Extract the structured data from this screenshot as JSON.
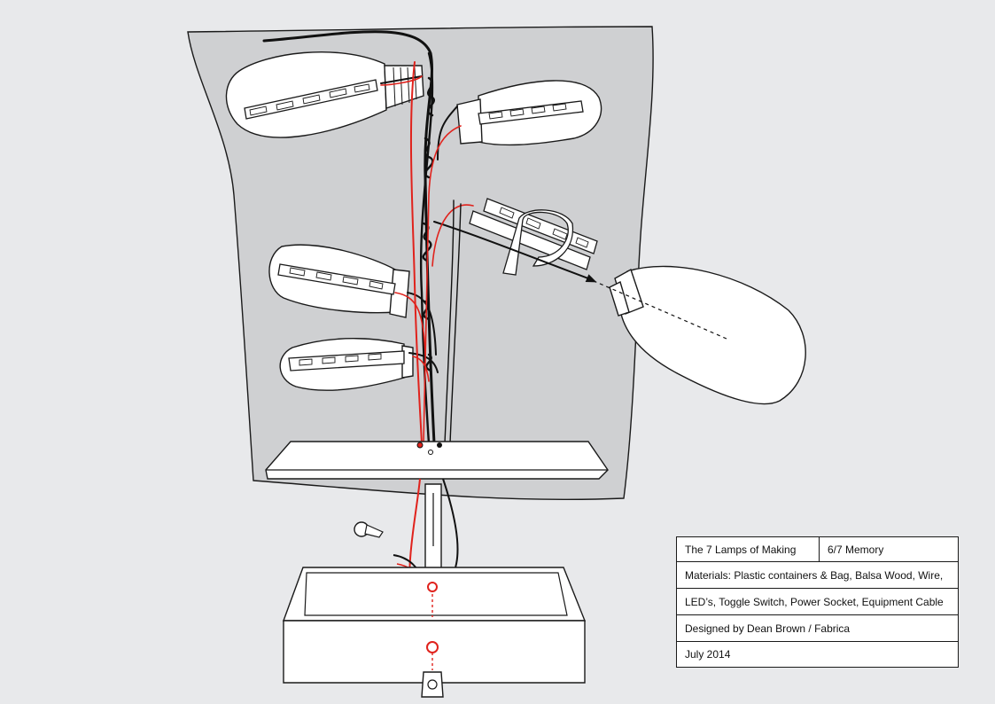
{
  "info_table": {
    "series_title": "The 7 Lamps of Making",
    "lamp_number": "6/7 Memory",
    "materials_line1": "Materials: Plastic containers & Bag, Balsa Wood, Wire,",
    "materials_line2": "LED’s, Toggle Switch, Power Socket, Equipment Cable",
    "designer": "Designed by Dean Brown / Fabrica",
    "date": "July 2014"
  },
  "colors": {
    "background": "#e8e9eb",
    "bag": "#cfd0d2",
    "outline": "#1a1a1a",
    "wire_red": "#e0221c",
    "wire_black": "#111111",
    "container": "#ffffff"
  },
  "icons": [
    "bag",
    "bottle",
    "led-strip",
    "wire",
    "balsa-board",
    "base-box",
    "toggle-switch",
    "power-socket",
    "clip"
  ]
}
